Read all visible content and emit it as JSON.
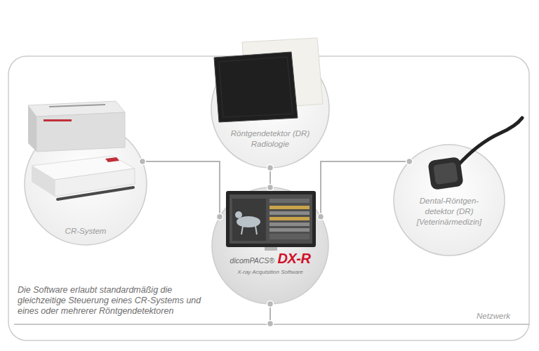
{
  "diagram": {
    "nodes": [
      {
        "text": [
          "Röntgendetektor (DR) Radiologie"
        ]
      },
      {
        "text": [
          "CR-System"
        ]
      },
      {
        "text": [
          "dicomPACS®",
          "DX-R",
          "X-ray Acquisition Software"
        ]
      },
      {
        "text": [
          "Dental-Röntgen- detektor (DR) [Veterinärmedizin]"
        ]
      },
      {
        "text": [
          "Netzwerk"
        ]
      }
    ],
    "edges": [
      {
        "from": 0,
        "to": 2,
        "arrow": "none"
      },
      {
        "from": 1,
        "to": 2,
        "arrow": "none"
      },
      {
        "from": 3,
        "to": 2,
        "arrow": "none"
      },
      {
        "from": 2,
        "to": 4,
        "arrow": "none"
      }
    ],
    "labels": [
      "Die Software erlaubt standardmäßig die gleichzeitige Steuerung eines CR-Systems und eines oder mehrerer Röntgendetektoren"
    ]
  }
}
